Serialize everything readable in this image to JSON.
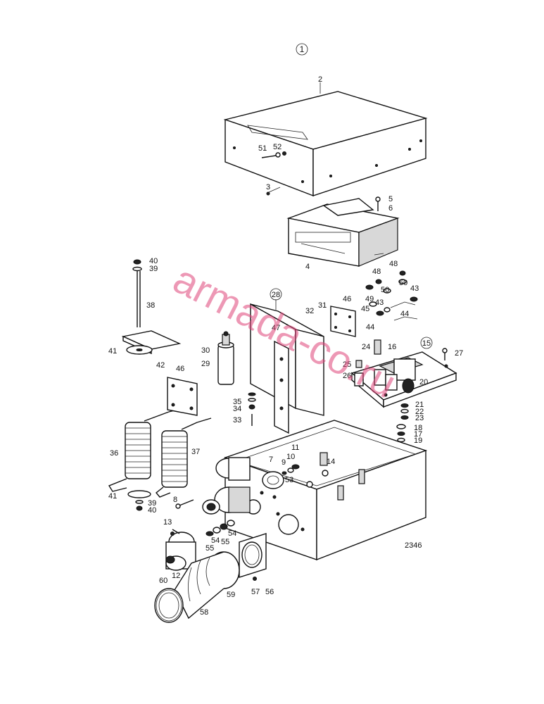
{
  "figure": {
    "number": "1",
    "drawing_id": "2346",
    "watermark": "armada-co.ru"
  },
  "parts": {
    "p2": "2",
    "p3": "3",
    "p4": "4",
    "p5": "5",
    "p6": "6",
    "p7": "7",
    "p8": "8",
    "p9": "9",
    "p10": "10",
    "p11": "11",
    "p12": "12",
    "p13": "13",
    "p14": "14",
    "p15": "15",
    "p16": "16",
    "p17": "17",
    "p18": "18",
    "p19": "19",
    "p20": "20",
    "p21": "21",
    "p22": "22",
    "p23": "23",
    "p24": "24",
    "p25": "25",
    "p26": "26",
    "p27": "27",
    "p28": "28",
    "p29": "29",
    "p30": "30",
    "p31": "31",
    "p32": "32",
    "p33": "33",
    "p34": "34",
    "p35": "35",
    "p36": "36",
    "p37": "37",
    "p38": "38",
    "p39a": "39",
    "p39b": "39",
    "p40a": "40",
    "p40b": "40",
    "p41a": "41",
    "p41b": "41",
    "p42": "42",
    "p43a": "43",
    "p43b": "43",
    "p44a": "44",
    "p44b": "44",
    "p45": "45",
    "p46a": "46",
    "p46b": "46",
    "p47": "47",
    "p48a": "48",
    "p48b": "48",
    "p49": "49",
    "p50a": "50",
    "p50b": "50",
    "p51": "51",
    "p52": "52",
    "p53": "53",
    "p54a": "54",
    "p54b": "54",
    "p55a": "55",
    "p55b": "55",
    "p56": "56",
    "p57": "57",
    "p58": "58",
    "p59": "59",
    "p60": "60"
  },
  "colors": {
    "line": "#111111",
    "background": "#ffffff",
    "watermark": "#e0447a"
  }
}
